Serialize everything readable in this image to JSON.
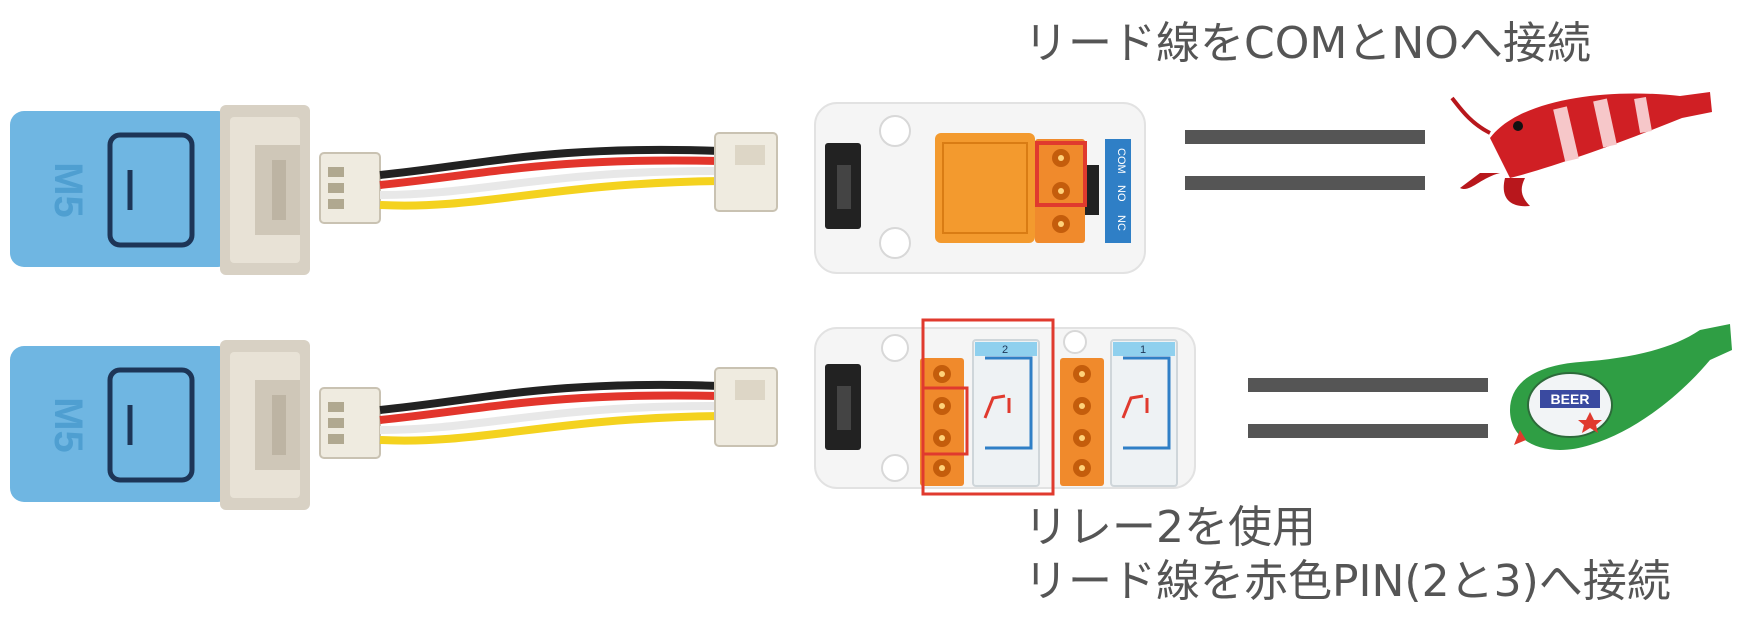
{
  "captions": {
    "top": "リード線をCOMとNOへ接続",
    "bottom_line1": "リレー2を使用",
    "bottom_line2": "リード線を赤色PIN(2と3)へ接続"
  },
  "device": {
    "logo": "M5"
  },
  "relay_single": {
    "terminals": [
      "COM",
      "NO",
      "NC"
    ]
  },
  "relay_dual": {
    "channels": [
      "2",
      "1"
    ]
  },
  "colors": {
    "device_blue": "#6fb6e2",
    "terminal_orange": "#f08a2c",
    "highlight_red": "#e03a2e",
    "equals_gray": "#555555",
    "wire_red": "#e2352c",
    "wire_black": "#222222",
    "wire_white": "#f2f2f2",
    "wire_yellow": "#f4d21f"
  },
  "toys": {
    "top": "shrimp-plush",
    "bottom_label": "BEER"
  }
}
